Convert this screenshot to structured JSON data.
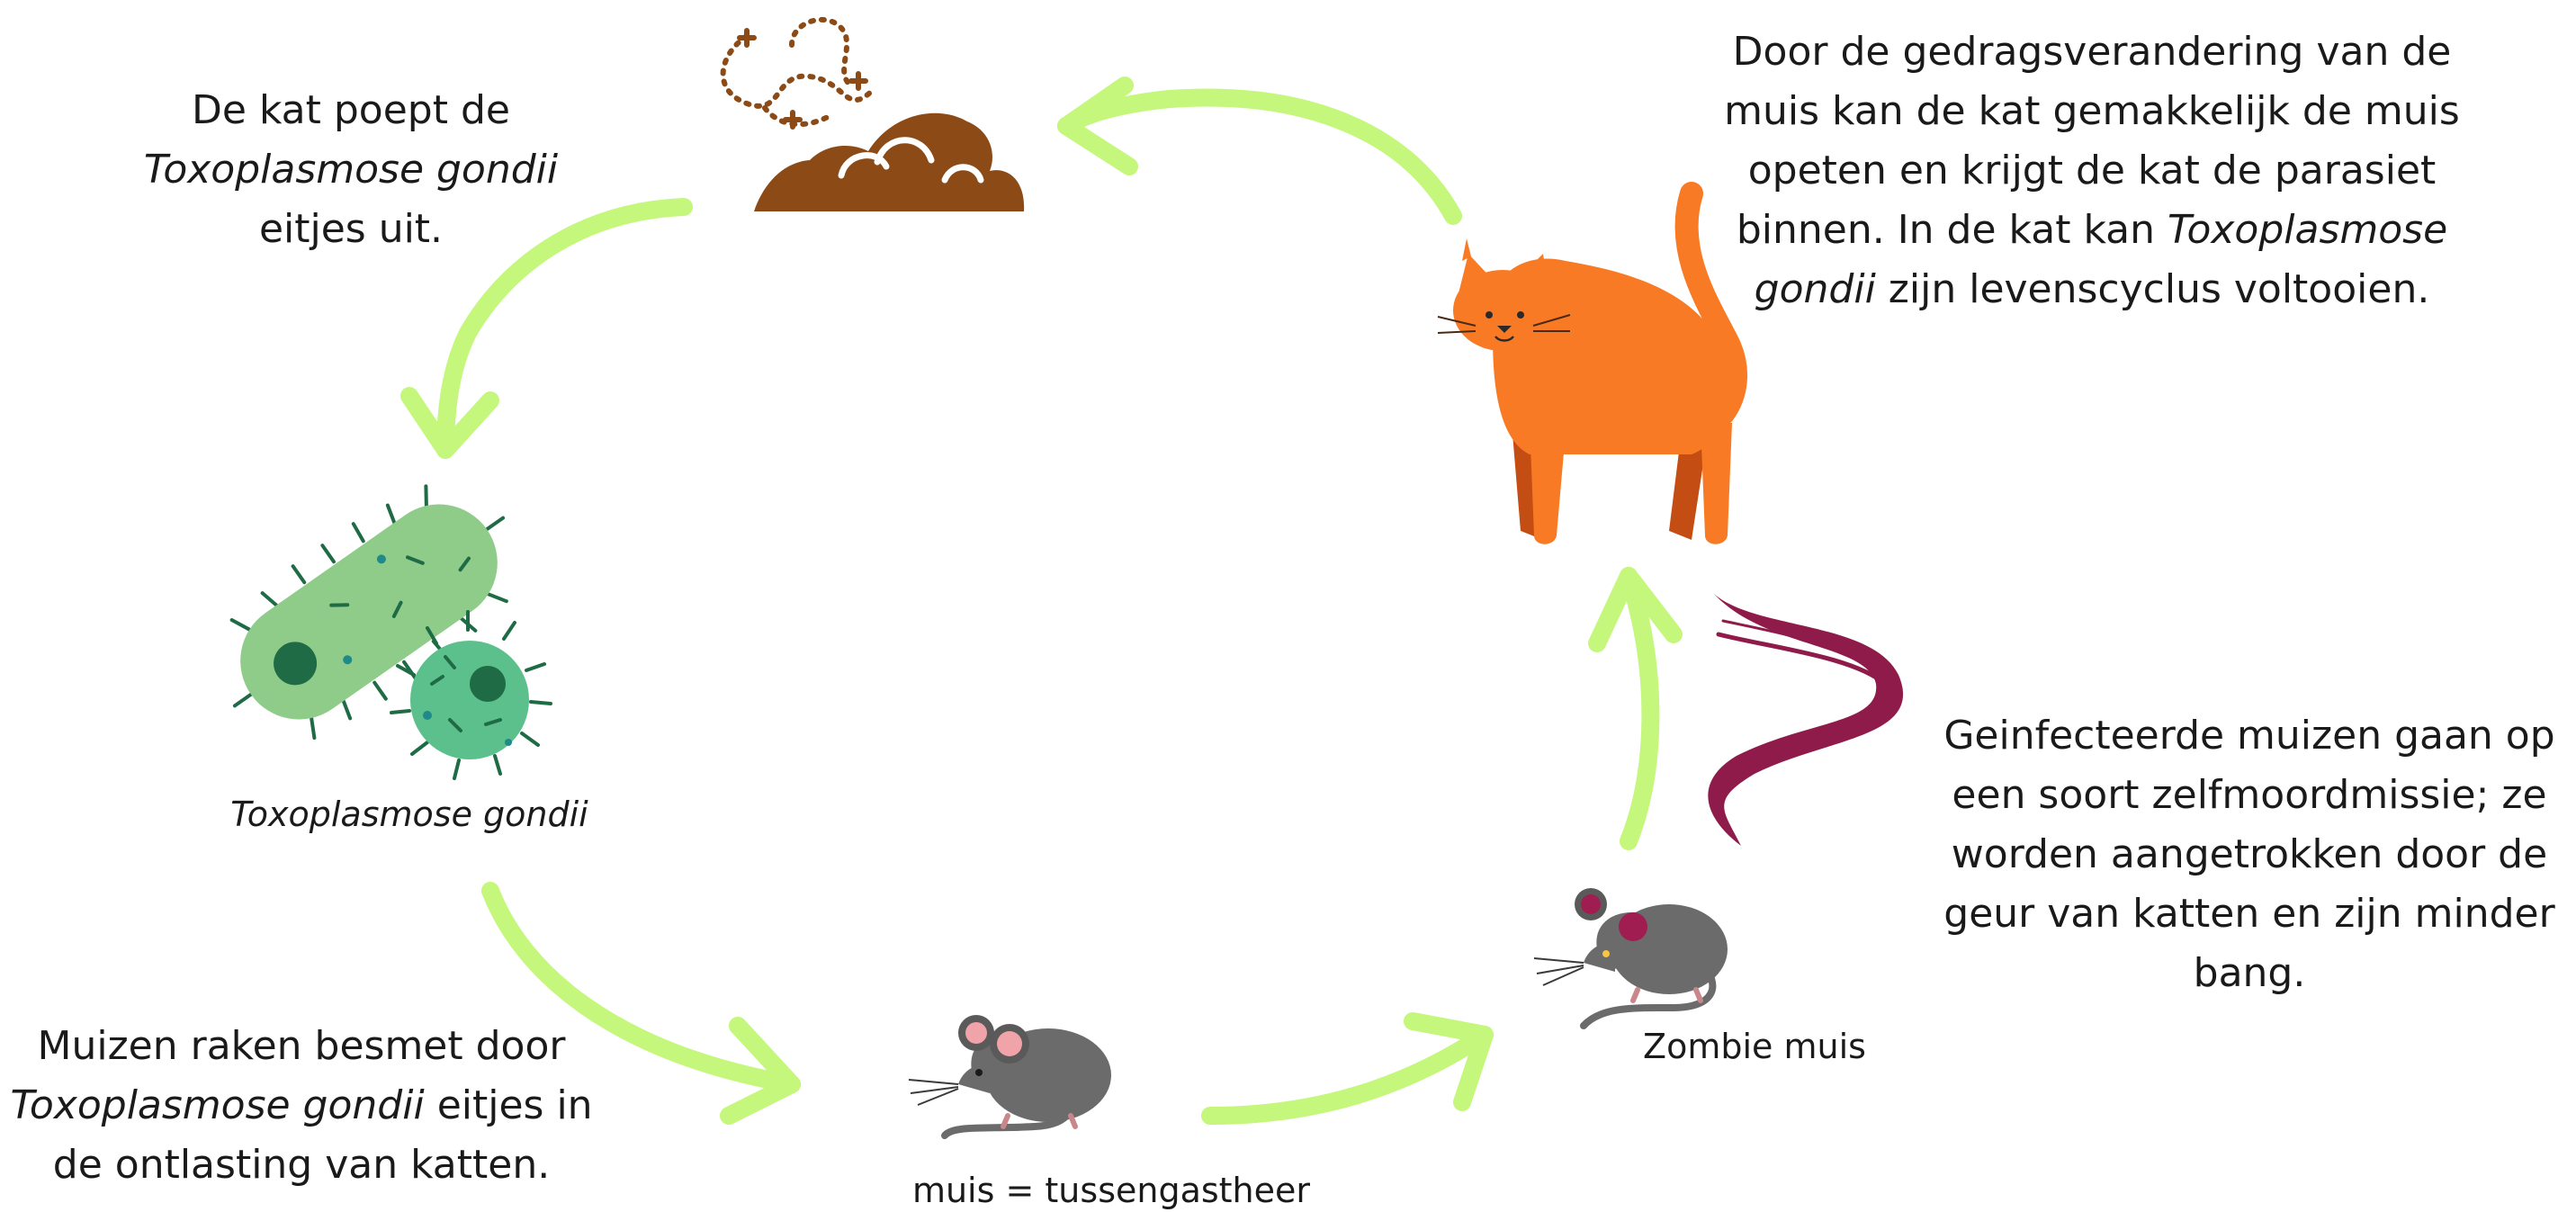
{
  "captions": {
    "poop": {
      "before": "De kat poept de",
      "species": "Toxoplasmose gondii",
      "after": "eitjes uit."
    },
    "infection": {
      "before": "Muizen raken besmet door",
      "species": "Toxoplasmose gondii",
      "after": "eitjes in de ontlasting van katten."
    },
    "cat": {
      "before": "Door de gedragsverandering van de muis kan de kat gemakkelijk de muis opeten en krijgt de kat de parasiet binnen. In de kat kan",
      "species": "Toxoplasmose gondii",
      "after": "zijn levenscyclus voltooien."
    },
    "zombie": {
      "text": "Geinfecteerde muizen gaan op een soort zelfmoordmissie; ze worden aangetrokken door de geur van katten en zijn minder bang."
    }
  },
  "labels": {
    "parasite": "Toxoplasmose gondii",
    "mouse": "muis = tussengastheer",
    "zombie_mouse": "Zombie muis"
  },
  "colors": {
    "arrow": "#c4f77c",
    "cat": "#f97a25",
    "cat_dark": "#c44d13",
    "mouse": "#6b6b6b",
    "mouse_ear": "#f0a3a8",
    "zombie_mark": "#a01d52",
    "scent": "#8f1b4b",
    "poop": "#8b4a16",
    "bacteria": "#8fcc8a",
    "bacteria_dark": "#1f6b45",
    "bacteria_teal": "#5cc08c"
  },
  "icons": [
    "poop-icon",
    "cat-icon",
    "bacteria-icon",
    "mouse-icon",
    "zombie-mouse-icon",
    "scent-trail-icon"
  ]
}
